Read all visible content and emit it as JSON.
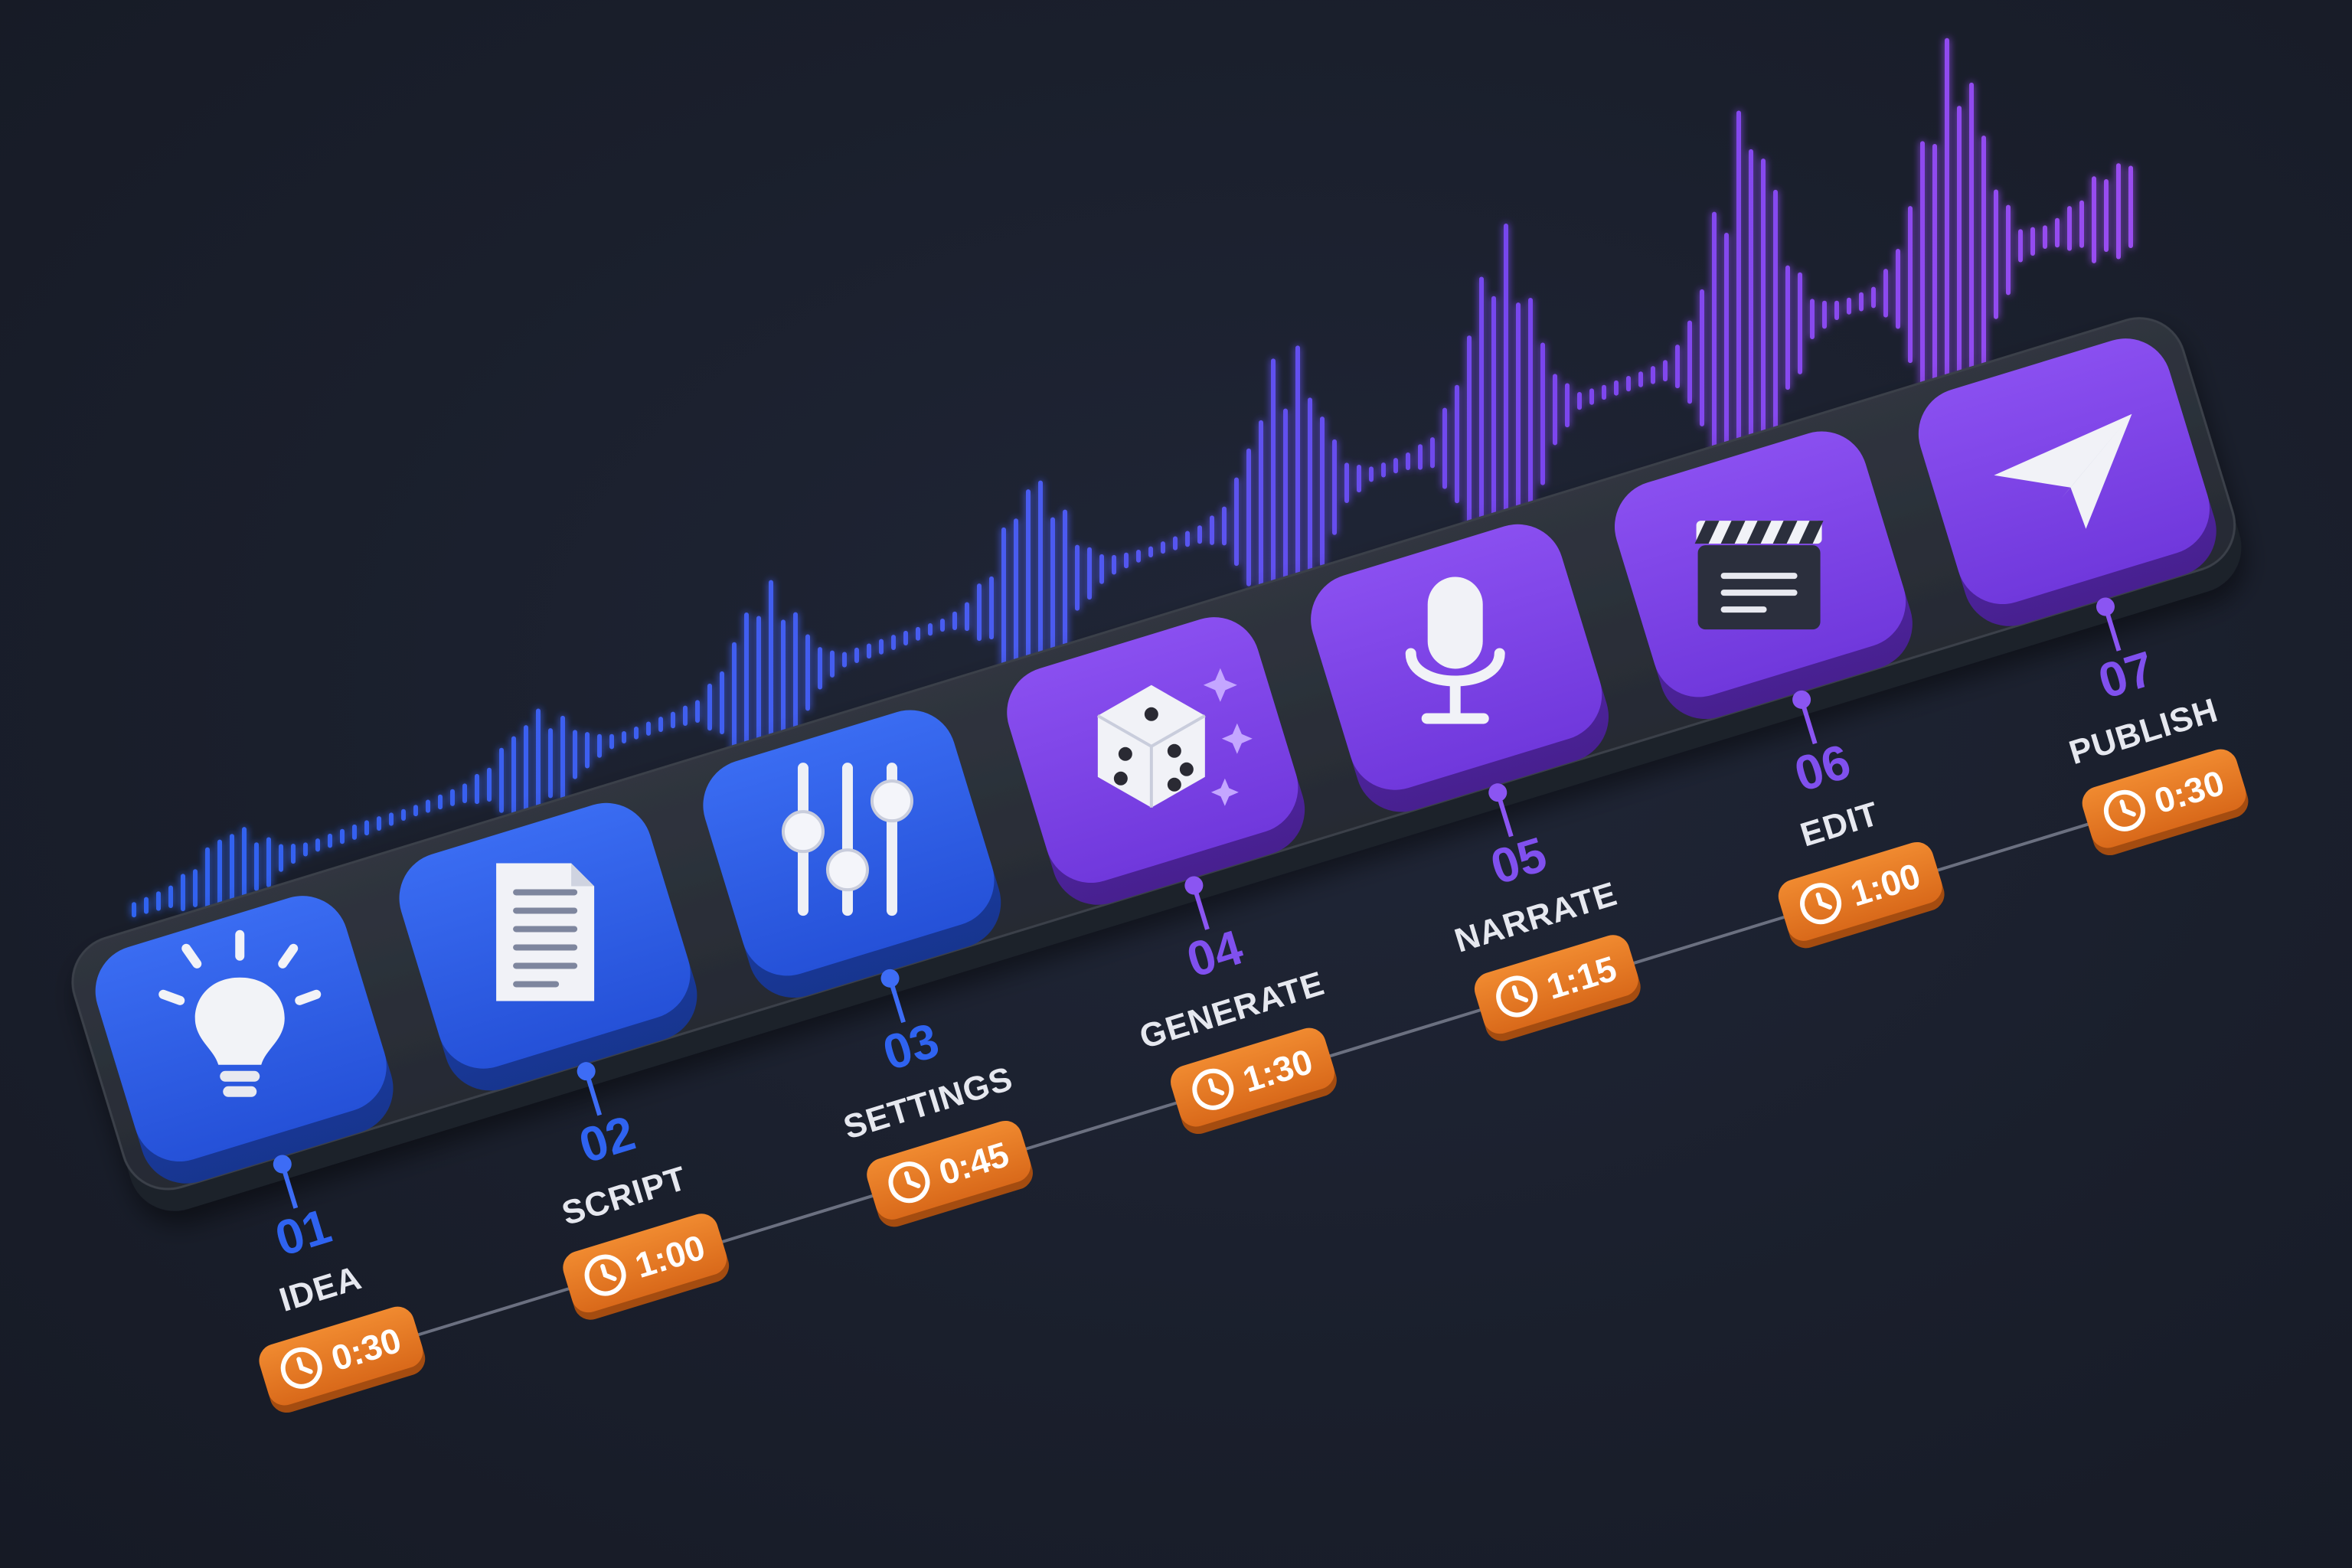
{
  "colors": {
    "background": "#1a1f2c",
    "tray": "#2a2f3b",
    "blue_tile": "#2b5ce3",
    "purple_tile": "#7b3fe4",
    "orange_badge": "#ea7a22",
    "label_text": "#e6e8ef",
    "timeline_line": "#6b7080"
  },
  "steps": [
    {
      "num": "01",
      "label": "IDEA",
      "time": "0:30",
      "icon": "lightbulb-icon",
      "tone": "blue"
    },
    {
      "num": "02",
      "label": "SCRIPT",
      "time": "1:00",
      "icon": "document-icon",
      "tone": "blue"
    },
    {
      "num": "03",
      "label": "SETTINGS",
      "time": "0:45",
      "icon": "sliders-icon",
      "tone": "blue"
    },
    {
      "num": "04",
      "label": "GENERATE",
      "time": "1:30",
      "icon": "dice-icon",
      "tone": "purple"
    },
    {
      "num": "05",
      "label": "NARRATE",
      "time": "1:15",
      "icon": "microphone-icon",
      "tone": "purple"
    },
    {
      "num": "06",
      "label": "EDIT",
      "time": "1:00",
      "icon": "clapperboard-icon",
      "tone": "purple"
    },
    {
      "num": "07",
      "label": "PUBLISH",
      "time": "0:30",
      "icon": "paper-plane-icon",
      "tone": "purple"
    }
  ]
}
